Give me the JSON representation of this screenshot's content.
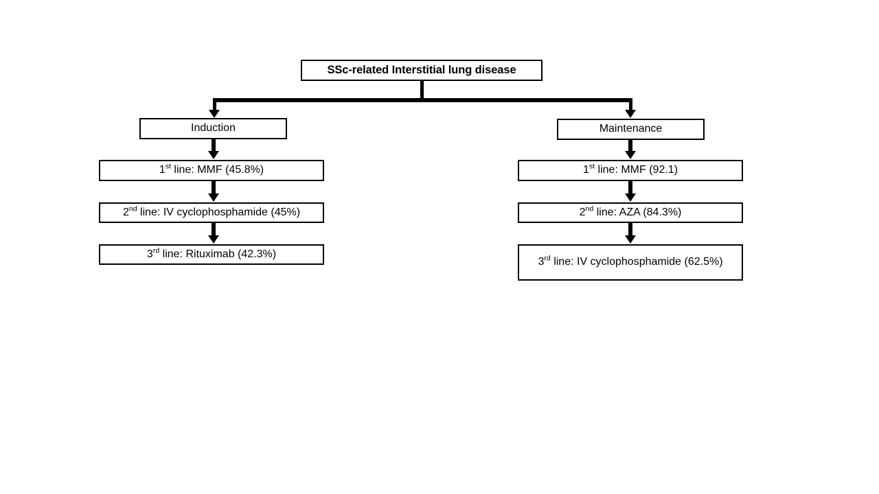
{
  "diagram": {
    "title_node": {
      "id": "root",
      "text": "SSc-related Interstitial lung disease"
    },
    "branches": [
      {
        "id": "induction",
        "header": "Induction",
        "steps": [
          {
            "order": "1",
            "ordinal_suffix": "st",
            "rest": " line: MMF (45.8%)"
          },
          {
            "order": "2",
            "ordinal_suffix": "nd",
            "rest": " line: IV cyclophosphamide (45%)"
          },
          {
            "order": "3",
            "ordinal_suffix": "rd",
            "rest": " line: Rituximab (42.3%)"
          }
        ]
      },
      {
        "id": "maintenance",
        "header": "Maintenance",
        "steps": [
          {
            "order": "1",
            "ordinal_suffix": "st",
            "rest": " line: MMF (92.1)"
          },
          {
            "order": "2",
            "ordinal_suffix": "nd",
            "rest": " line: AZA (84.3%)"
          },
          {
            "order": "3",
            "ordinal_suffix": "rd",
            "rest": " line: IV cyclophosphamide (62.5%)"
          }
        ]
      }
    ],
    "colors": {
      "background": "#ffffff",
      "stroke": "#000000",
      "text": "#000000"
    }
  }
}
